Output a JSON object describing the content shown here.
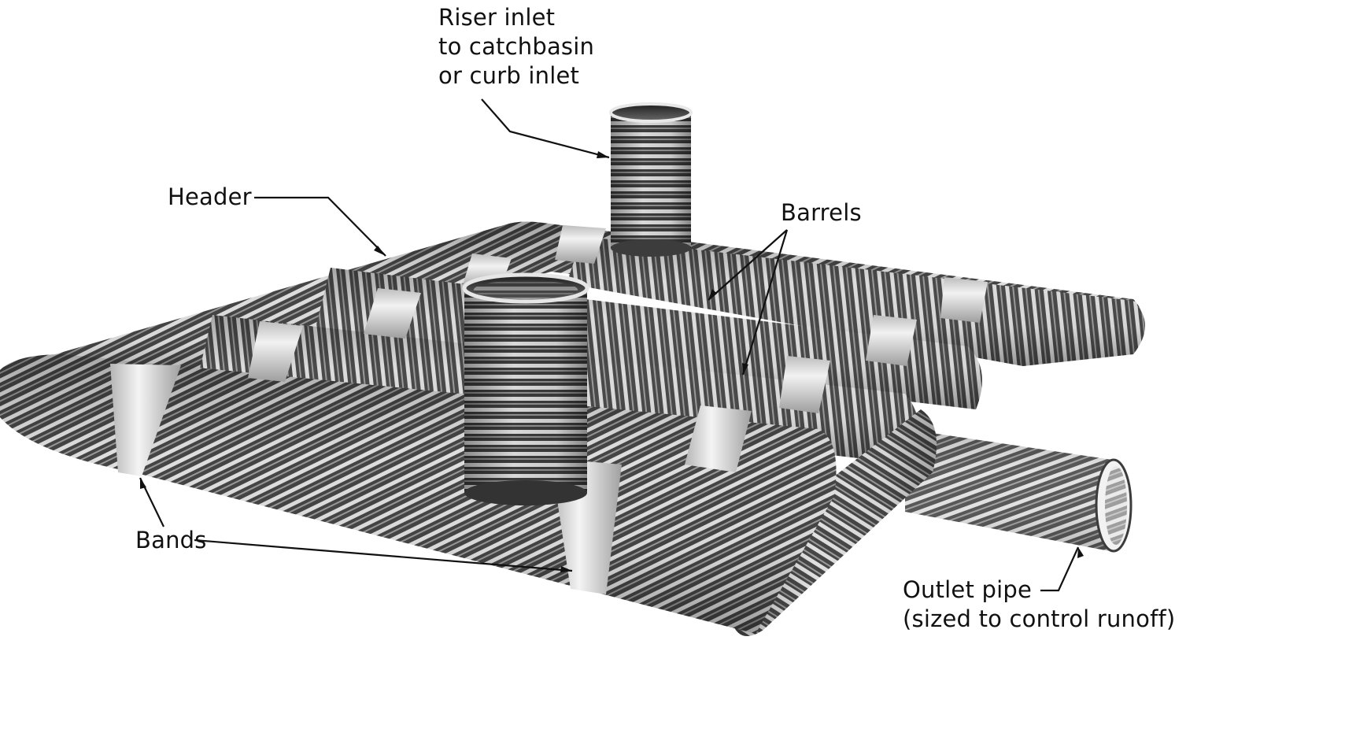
{
  "diagram": {
    "labels": {
      "riser": [
        "Riser inlet",
        "to catchbasin",
        "or curb inlet"
      ],
      "header": "Header",
      "barrels": "Barrels",
      "bands": "Bands",
      "outlet": [
        "Outlet pipe",
        "(sized to control runoff)"
      ]
    },
    "components": [
      "riser-pipe",
      "header-pipe",
      "barrel-pipe",
      "band",
      "outlet-pipe",
      "inner-riser-pipe"
    ],
    "colors": {
      "pipe_dark": "#3a3a3a",
      "pipe_light": "#e6e6e6",
      "band": "#e4e4e4",
      "leader": "#111111"
    }
  }
}
